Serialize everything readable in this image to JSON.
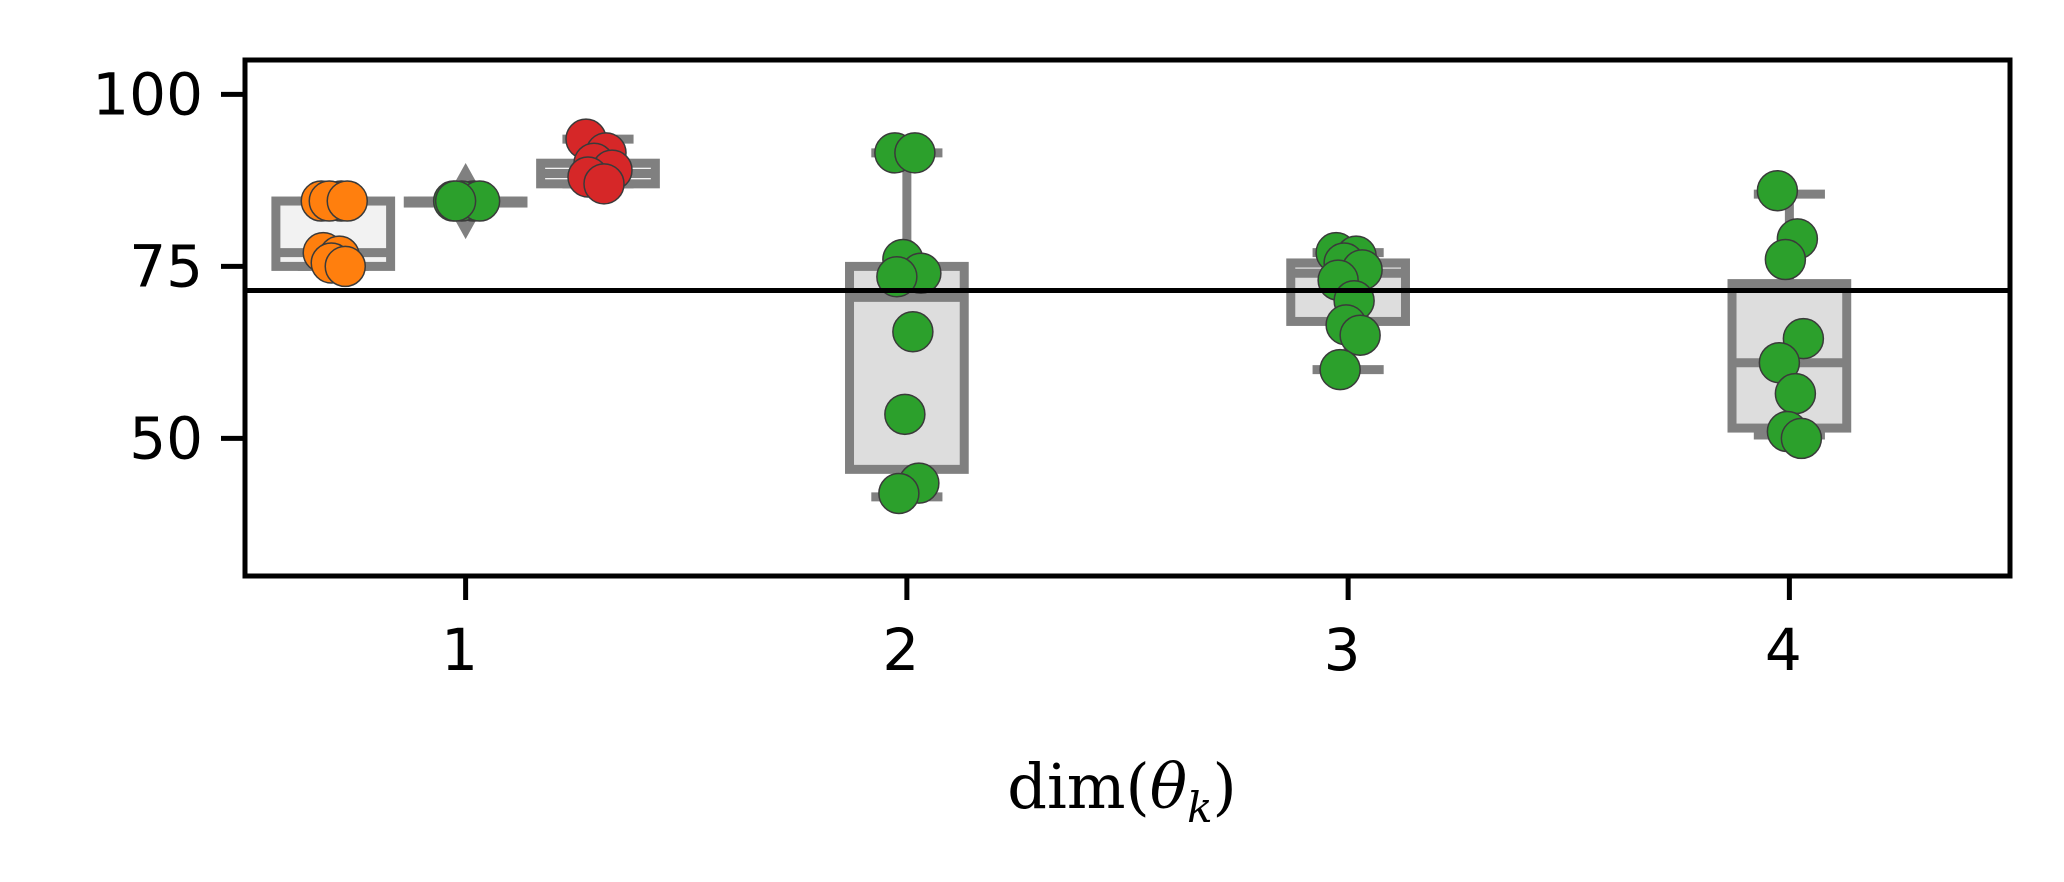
{
  "chart_data": {
    "type": "box",
    "xlabel": "dim(θ_k)",
    "ylabel": "",
    "ylim": [
      30,
      105
    ],
    "yticks": [
      50,
      75,
      100
    ],
    "ytick_labels": [
      "50",
      "75",
      "100"
    ],
    "categories": [
      1,
      2,
      3,
      4
    ],
    "xtick_labels": [
      "1",
      "2",
      "3",
      "4"
    ],
    "reference_line": 71.5,
    "groups": [
      {
        "category": 1,
        "offset": -0.3,
        "color": "#ff7f0e",
        "box": {
          "whislo": 75,
          "q1": 75,
          "med": 77,
          "q3": 84.5,
          "whishi": 84.5
        },
        "points": [
          84.5,
          84.5,
          84.5,
          84.5,
          77,
          76.5,
          75.5,
          75
        ]
      },
      {
        "category": 1,
        "offset": 0.0,
        "color": "#2ca02c",
        "box": {
          "whislo": 84.5,
          "q1": 84.5,
          "med": 84.5,
          "q3": 84.5,
          "whishi": 84.5
        },
        "outliers": [
          84.5
        ],
        "points": [
          84.5,
          84.5,
          84.5,
          84.5,
          84.5
        ]
      },
      {
        "category": 1,
        "offset": 0.3,
        "color": "#d62728",
        "box": {
          "whislo": 87,
          "q1": 87,
          "med": 88.5,
          "q3": 90,
          "whishi": 93.5
        },
        "points": [
          93.5,
          91.5,
          90,
          89,
          88,
          87
        ]
      },
      {
        "category": 2,
        "offset": 0.0,
        "color": "#2ca02c",
        "box": {
          "whislo": 41.5,
          "q1": 45.5,
          "med": 70.5,
          "q3": 75,
          "whishi": 91.5
        },
        "points": [
          91.5,
          91.5,
          76,
          74,
          73.5,
          65.5,
          53.5,
          43.5,
          42
        ]
      },
      {
        "category": 3,
        "offset": 0.0,
        "color": "#2ca02c",
        "box": {
          "whislo": 60,
          "q1": 67,
          "med": 74,
          "q3": 75.5,
          "whishi": 77
        },
        "points": [
          77,
          76.5,
          75.5,
          74.5,
          73,
          70,
          66.5,
          65,
          60
        ]
      },
      {
        "category": 4,
        "offset": 0.0,
        "color": "#2ca02c",
        "box": {
          "whislo": 50.5,
          "q1": 51.5,
          "med": 61,
          "q3": 72.5,
          "whishi": 85.5
        },
        "points": [
          86,
          79,
          76,
          64.5,
          61,
          56.5,
          51,
          50
        ]
      }
    ]
  }
}
